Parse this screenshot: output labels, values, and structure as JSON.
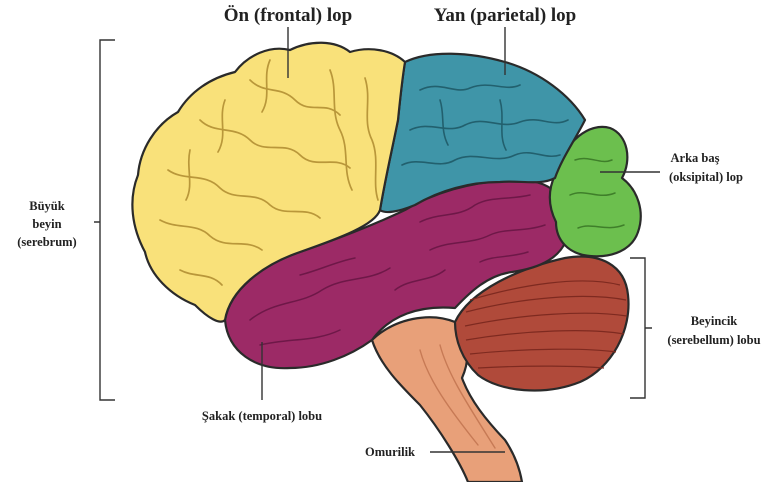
{
  "colors": {
    "frontal": "#f9e17a",
    "parietal": "#3f95a8",
    "occipital": "#6cbf4e",
    "temporal": "#9c2a66",
    "cerebellum": "#b04a3a",
    "brainstem": "#e8a079",
    "bracket": "#333333"
  },
  "labels": {
    "frontal": "Ön (frontal) lop",
    "parietal": "Yan (parietal) lop",
    "occipital": [
      "Arka baş",
      "(oksipital) lop"
    ],
    "cerebrum": [
      "Büyük",
      "beyin",
      "(serebrum)"
    ],
    "cerebellum": [
      "Beyincik",
      "(serebellum) lobu"
    ],
    "temporal": "Şakak (temporal) lobu",
    "spinal_cord": "Omurilik"
  }
}
